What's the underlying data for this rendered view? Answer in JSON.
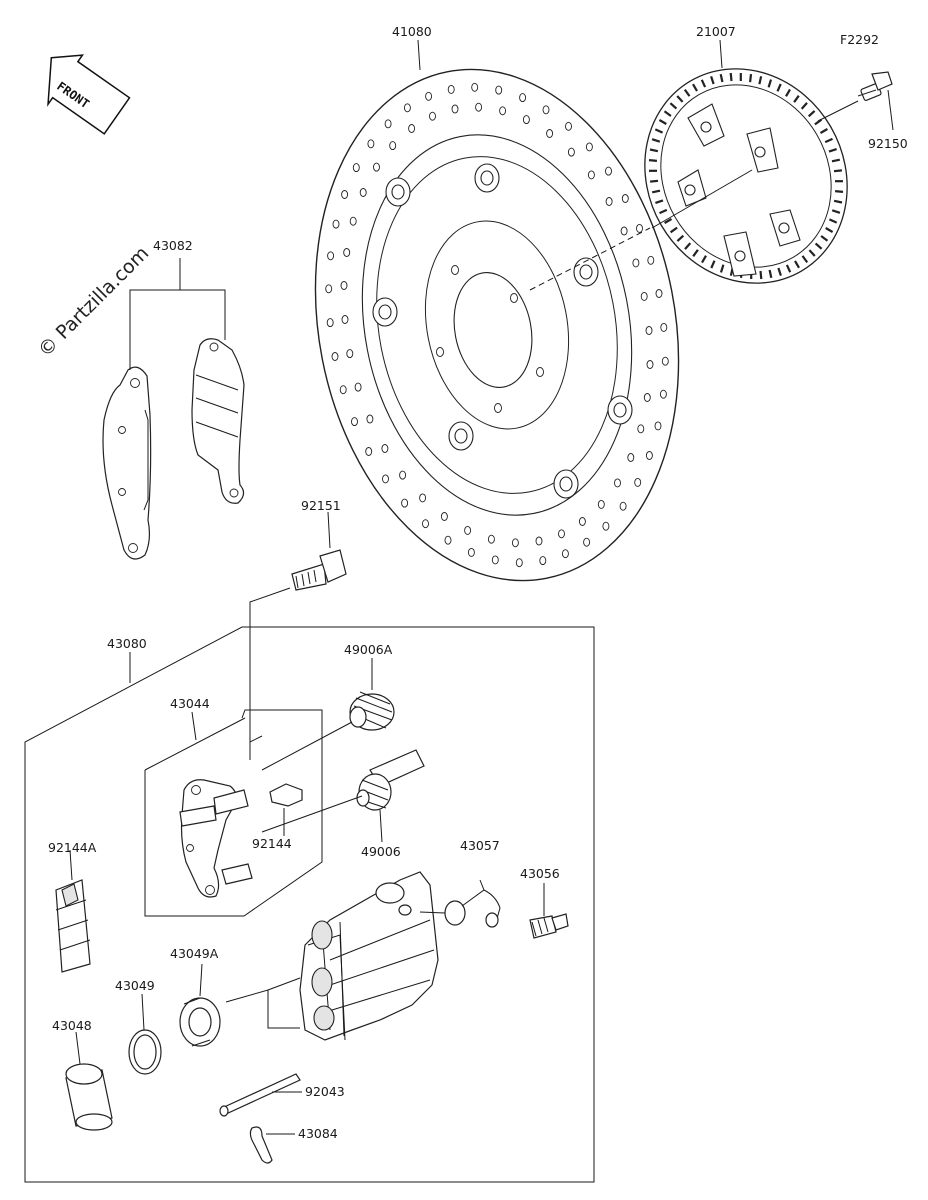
{
  "watermark": "© Partzilla.com",
  "front_marker": "FRONT",
  "parts": {
    "p41080": "41080",
    "p21007": "21007",
    "pF2292": "F2292",
    "p92150": "92150",
    "p43082": "43082",
    "p92151": "92151",
    "p43080": "43080",
    "p49006A": "49006A",
    "p43044": "43044",
    "p92144": "92144",
    "p49006": "49006",
    "p92144A": "92144A",
    "p43057": "43057",
    "p43056": "43056",
    "p43049A": "43049A",
    "p43049": "43049",
    "p43048": "43048",
    "p92043": "92043",
    "p43084": "43084"
  }
}
